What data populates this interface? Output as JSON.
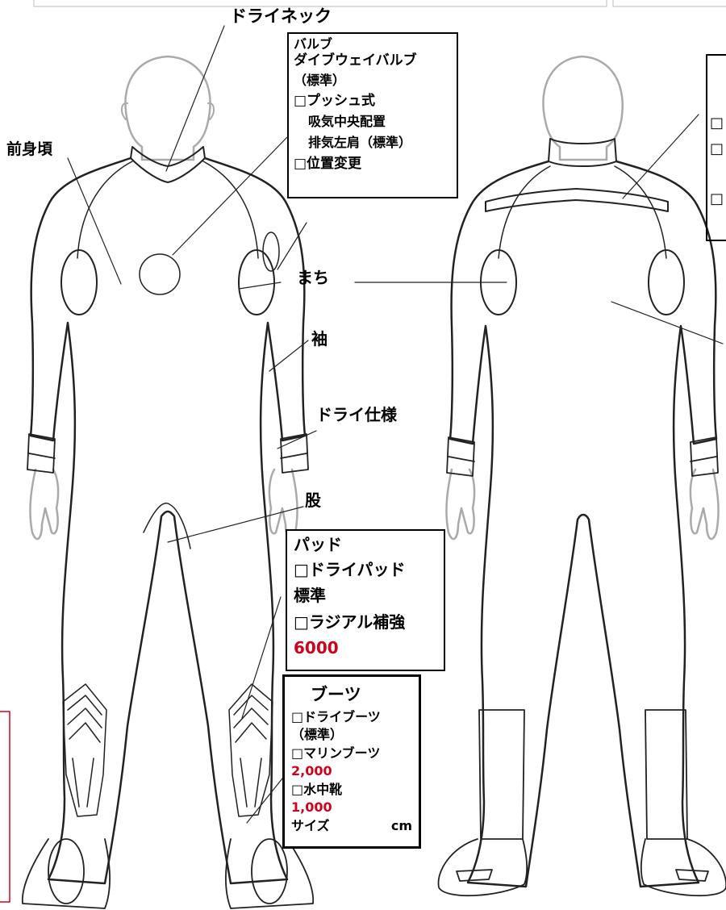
{
  "labels": {
    "dry_neck": "ドライネック",
    "front_body": "前身頃",
    "gusset": "まち",
    "sleeve": "袖",
    "dry_spec": "ドライ仕様",
    "crotch": "股"
  },
  "valve_box": {
    "title": "バルブ",
    "line1": "ダイブウェイバルブ",
    "line2": "（標準）",
    "option1": "□プッシュ式",
    "option1_sub1": "吸気中央配置",
    "option1_sub2": "排気左肩（標準）",
    "option2": "□位置変更"
  },
  "pad_box": {
    "title": "パッド",
    "option1": "□ドライパッド",
    "option1_note": "標準",
    "option2": "□ラジアル補強",
    "option2_price": "6000"
  },
  "boots_box": {
    "title": "ブーツ",
    "option1": "□ドライブーツ",
    "option1_note": "（標準）",
    "option2": "□マリンブーツ",
    "option2_price": "2,000",
    "option3": "□水中靴",
    "option3_price": "1,000",
    "size_label": "サイズ",
    "size_unit": "cm"
  },
  "colors": {
    "accent_red": "#d0021b"
  }
}
